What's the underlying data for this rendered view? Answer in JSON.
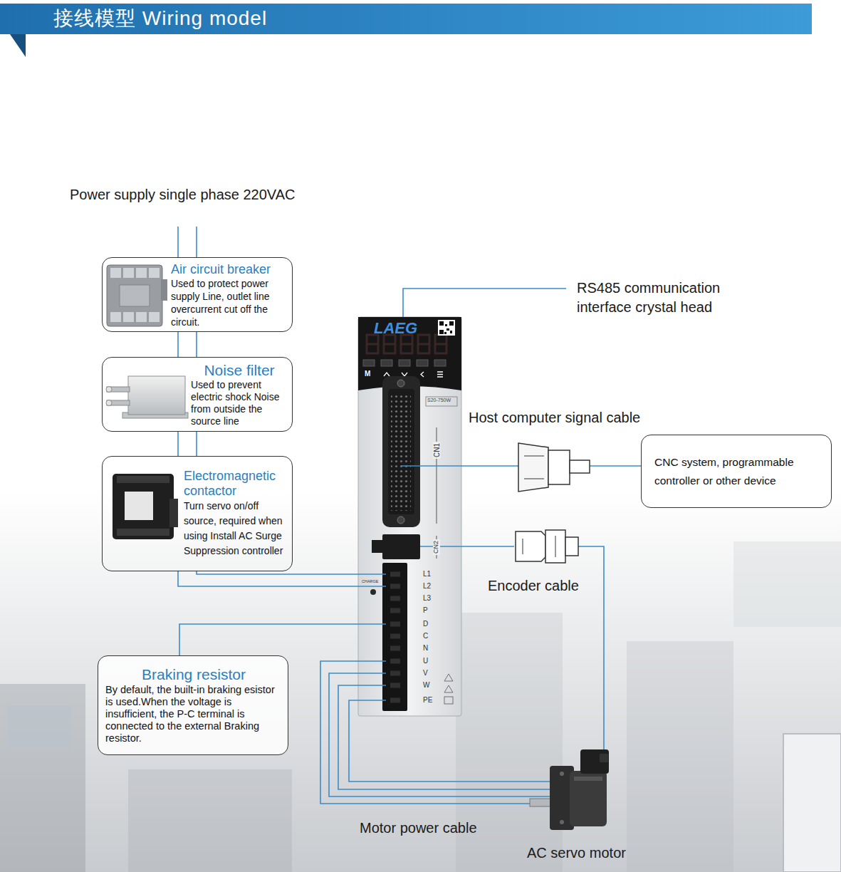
{
  "diagram": {
    "title": "接线模型 Wiring model",
    "nodes": [
      {
        "text": [
          "Air circuit breaker",
          "Used to protect power supply Line, outlet line overcurrent cut off the circuit."
        ]
      },
      {
        "text": [
          "Noise filter",
          "Used to prevent electric shock Noise from outside the source line"
        ]
      },
      {
        "text": [
          "Electromagnetic contactor",
          "Turn servo on/off source, required when using Install AC Surge Suppression controller"
        ]
      },
      {
        "text": [
          "LAEG"
        ]
      },
      {
        "text": [
          "CNC system, programmable controller or other device"
        ]
      },
      {
        "text": [
          "Braking resistor",
          "By default, the built-in braking esistor is used.When the voltage is insufficient, the P-C terminal is connected to the external Braking resistor."
        ]
      }
    ],
    "edges": [
      {
        "from": 0,
        "to": 1,
        "arrow": "none"
      },
      {
        "from": 1,
        "to": 2,
        "arrow": "none"
      },
      {
        "from": 2,
        "to": 3,
        "arrow": "none"
      },
      {
        "from": 3,
        "to": 4,
        "arrow": "none"
      },
      {
        "from": 5,
        "to": 3,
        "arrow": "none"
      }
    ],
    "labels": [
      "Power supply single phase 220VAC",
      "RS485 communication interface crystal head",
      "M",
      "S20-750W",
      "CN1",
      "Host computer signal cable",
      "CN2",
      "CHARGE",
      "L1",
      "L2",
      "L3",
      "P",
      "D",
      "C",
      "N",
      "U",
      "V",
      "W",
      "PE",
      "Encoder cable",
      "Motor power cable",
      "AC servo motor"
    ]
  }
}
